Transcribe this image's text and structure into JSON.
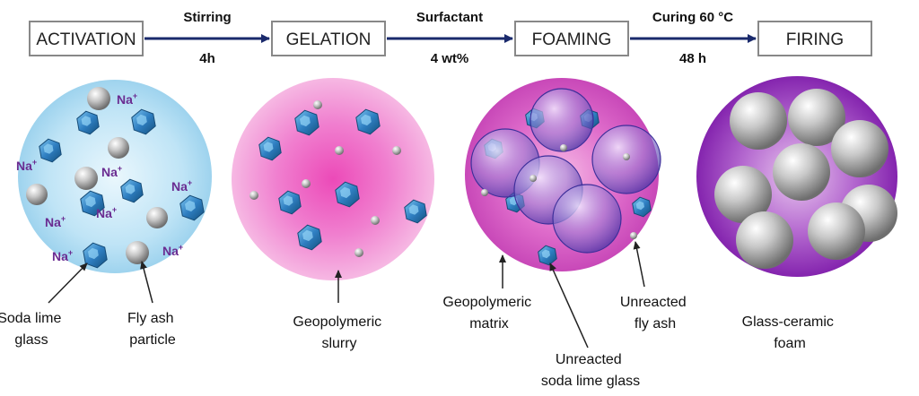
{
  "steps": [
    {
      "label": "ACTIVATION"
    },
    {
      "label": "GELATION"
    },
    {
      "label": "FOAMING"
    },
    {
      "label": "FIRING"
    }
  ],
  "transitions": [
    {
      "top": "Stirring",
      "bottom": "4h"
    },
    {
      "top": "Surfactant",
      "bottom": "4 wt%"
    },
    {
      "top": "Curing 60 °C",
      "bottom": "48 h"
    }
  ],
  "ion": {
    "symbol": "Na",
    "charge": "+"
  },
  "callouts": {
    "soda_lime_glass": [
      "Soda lime",
      "glass"
    ],
    "fly_ash_particle": [
      "Fly ash",
      "particle"
    ],
    "geopolymeric_slurry": [
      "Geopolymeric",
      "slurry"
    ],
    "geopolymeric_matrix": [
      "Geopolymeric",
      "matrix"
    ],
    "unreacted_soda_lime_glass": [
      "Unreacted",
      "soda lime glass"
    ],
    "unreacted_fly_ash": [
      "Unreacted",
      "fly ash"
    ],
    "glass_ceramic_foam": [
      "Glass-ceramic",
      "foam"
    ]
  },
  "colors": {
    "arrow": "#1a2a6c",
    "box_border": "#888888",
    "activation_bg": "#a9dbf2",
    "gelation_bg": "#e85fc4",
    "foaming_bg": "#d65bc6",
    "firing_bg": "#8a2ab6",
    "glass_particle": "#2f7fc2",
    "fly_ash": "#b8b8b8",
    "na_ion": "#6a2c91"
  }
}
